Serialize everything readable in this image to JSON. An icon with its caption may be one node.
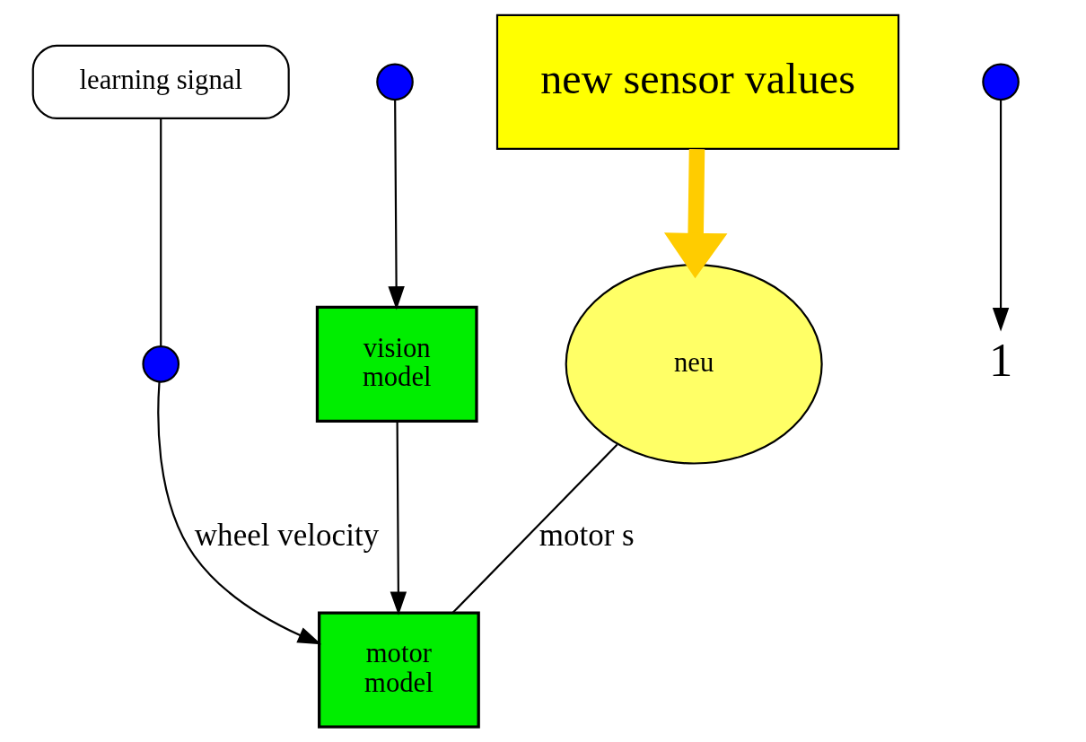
{
  "diagram": {
    "nodes": [
      {
        "text": [
          "neu"
        ]
      },
      {
        "text": [],
        "shape": "circle"
      },
      {
        "text": [],
        "shape": "circle"
      },
      {
        "text": [],
        "shape": "circle"
      },
      {
        "text": [
          "learning signal"
        ]
      },
      {
        "text": [
          "motor model"
        ]
      },
      {
        "text": [
          "vision model"
        ]
      },
      {
        "text": [
          "new sensor values"
        ]
      },
      {
        "text": [
          "1"
        ]
      }
    ],
    "edges": [
      {
        "from": 0,
        "to": 5,
        "arrow": "none",
        "label": "motor s"
      },
      {
        "from": 1,
        "to": 8,
        "arrow": "to"
      },
      {
        "from": 3,
        "to": 5,
        "arrow": "to",
        "label": "wheel velocity"
      },
      {
        "from": 2,
        "to": 6,
        "arrow": "to"
      },
      {
        "from": 6,
        "to": 5,
        "arrow": "to"
      },
      {
        "from": 4,
        "to": 3,
        "arrow": "none"
      },
      {
        "from": 7,
        "to": 0,
        "arrow": "to",
        "style": "thick",
        "color": "#ffcc00"
      }
    ]
  }
}
